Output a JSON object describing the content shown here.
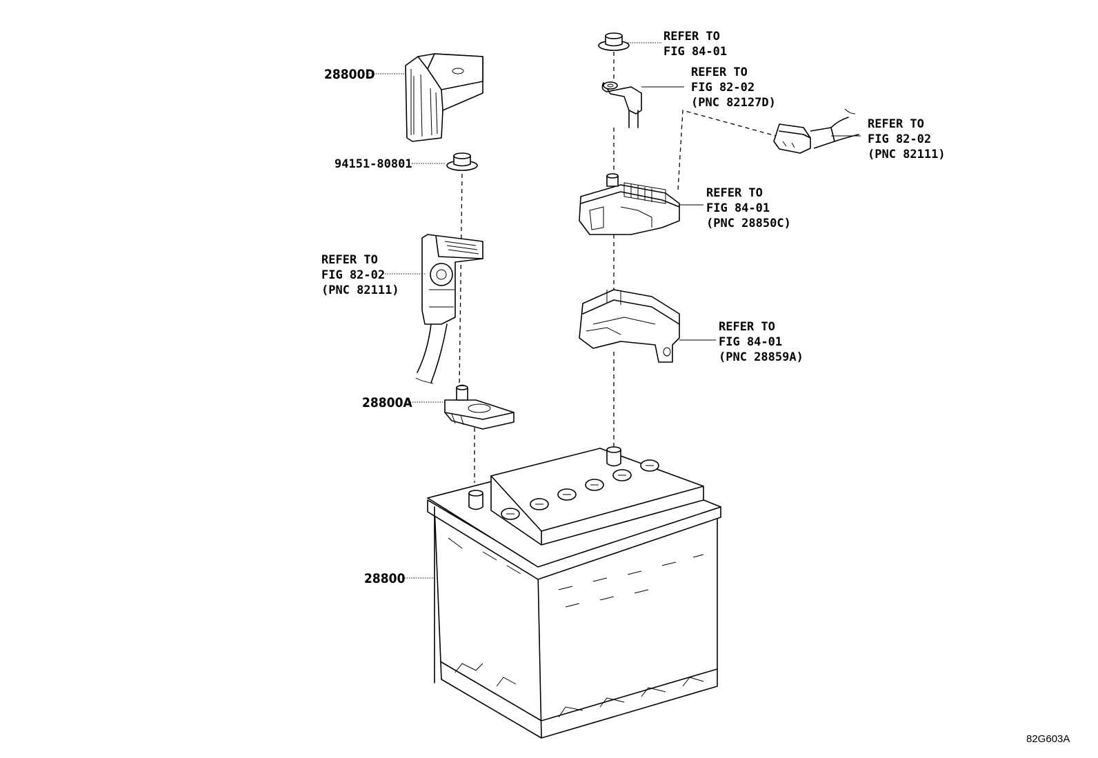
{
  "callouts": {
    "c1": [
      "REFER TO",
      "FIG 84-01"
    ],
    "c2": [
      "REFER TO",
      "FIG 82-02",
      "(PNC 82127D)"
    ],
    "c3": [
      "REFER TO",
      "FIG 82-02",
      "(PNC 82111)"
    ],
    "c4": [
      "REFER TO",
      "FIG 84-01",
      "(PNC 28850C)"
    ],
    "c5": [
      "REFER TO",
      "FIG 82-02",
      "(PNC 82111)"
    ],
    "c6": [
      "REFER TO",
      "FIG 84-01",
      "(PNC 28859A)"
    ]
  },
  "parts": {
    "p28800D": "28800D",
    "p94151": "94151-80801",
    "p28800A": "28800A",
    "p28800": "28800"
  },
  "figure_id": "82G603A"
}
